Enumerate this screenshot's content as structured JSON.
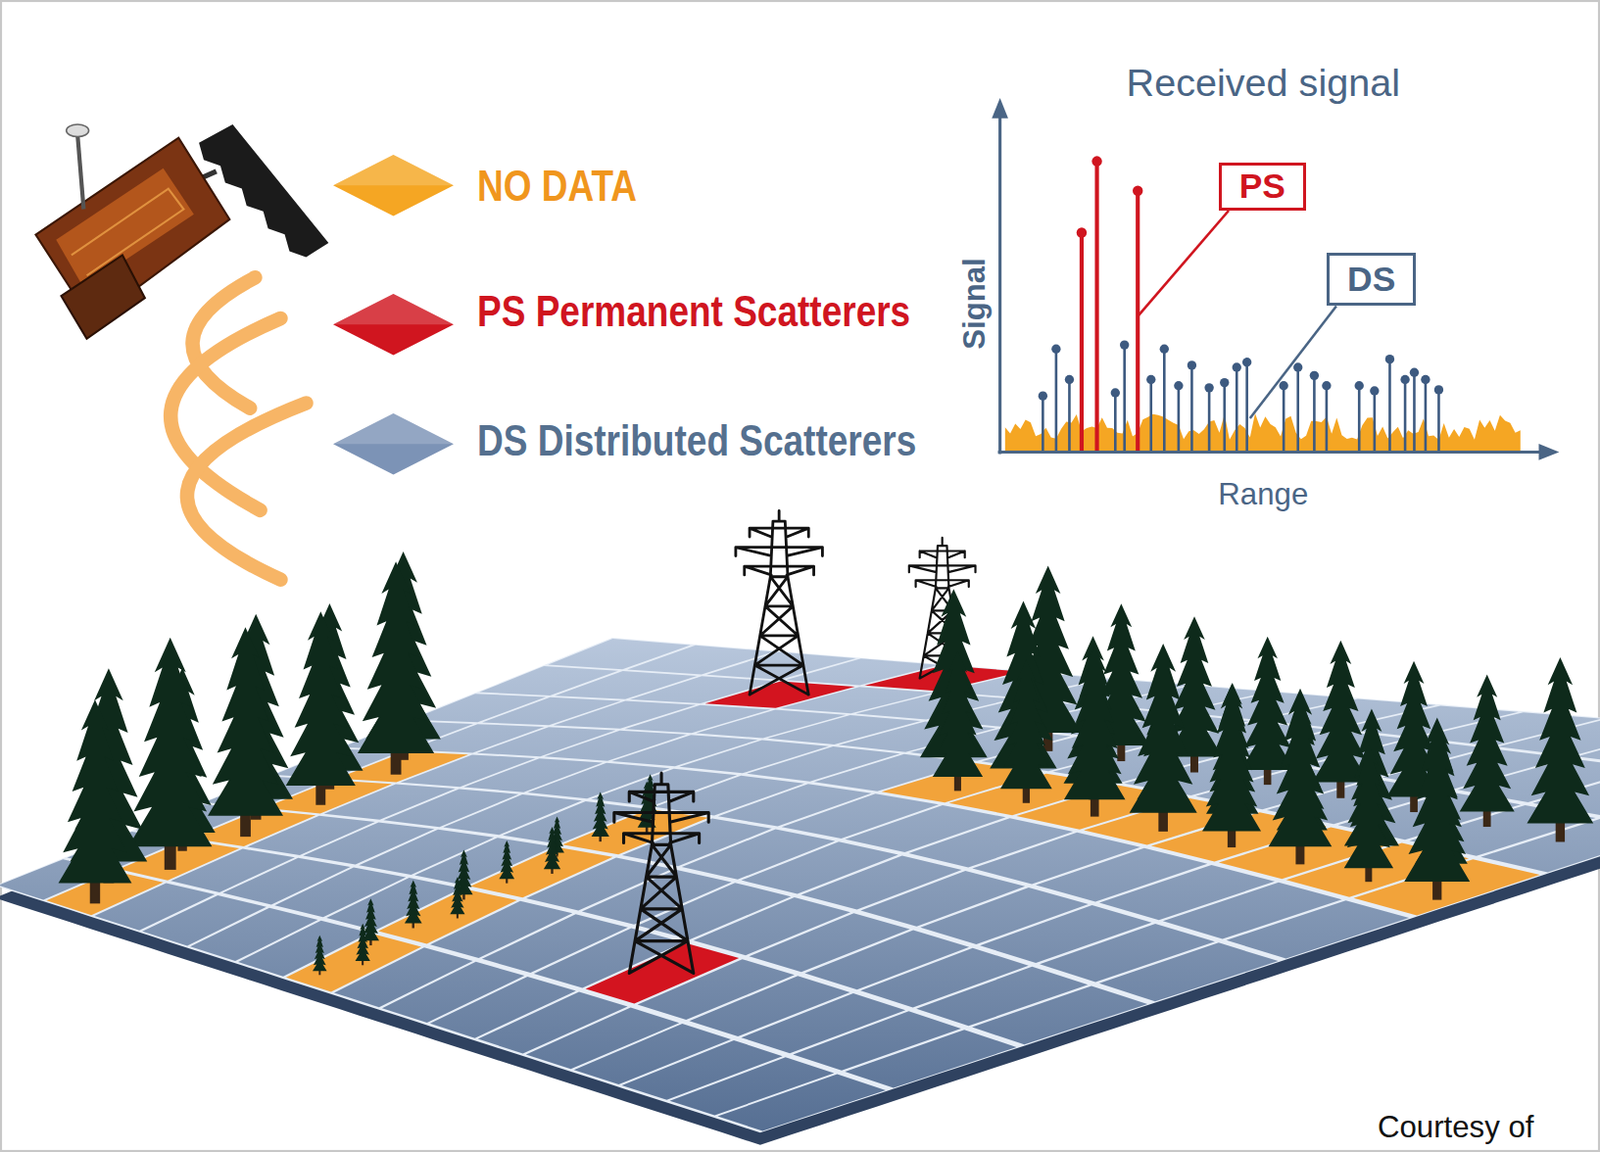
{
  "diagram": {
    "nodes": [
      {
        "text": [
          "PS"
        ]
      },
      {
        "text": [
          "DS"
        ]
      }
    ],
    "labels": [
      "Received signal",
      "Signal",
      "Range",
      "Courtesy of"
    ],
    "legend": [
      {
        "text": "NO DATA",
        "color": "#f5a623"
      },
      {
        "text": "PS Permanent Scatterers",
        "color": "#d0151f"
      },
      {
        "text": "DS Distributed Scatterers",
        "color": "#7c93b6"
      }
    ]
  }
}
